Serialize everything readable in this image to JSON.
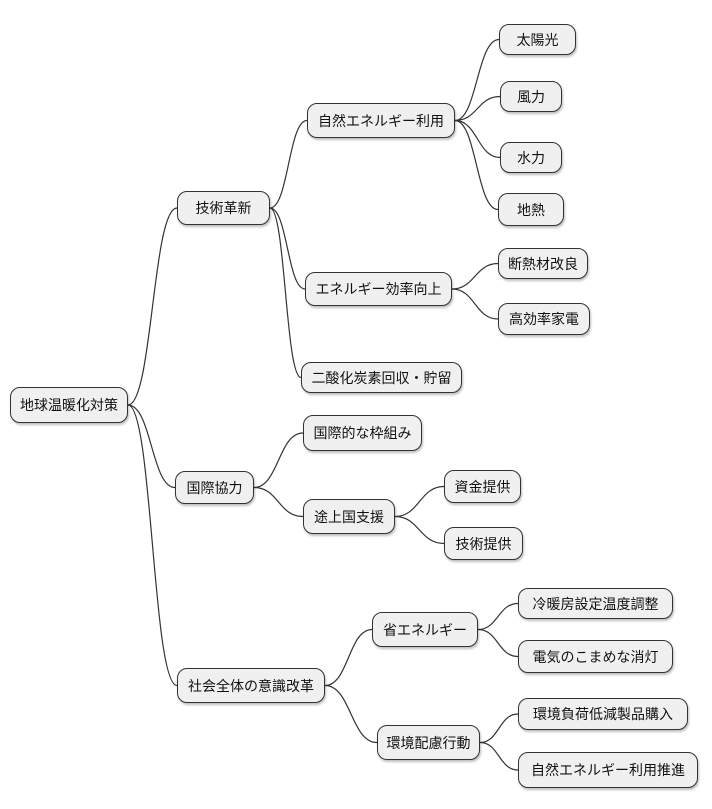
{
  "diagram": {
    "type": "mindmap",
    "colors": {
      "background": "#ffffff",
      "node_fill": "#f0f0f0",
      "node_border": "#333333",
      "edge": "#333333"
    },
    "root": {
      "label": "地球温暖化対策"
    },
    "branches": [
      {
        "label": "技術革新",
        "children": [
          {
            "label": "自然エネルギー利用",
            "children": [
              {
                "label": "太陽光"
              },
              {
                "label": "風力"
              },
              {
                "label": "水力"
              },
              {
                "label": "地熱"
              }
            ]
          },
          {
            "label": "エネルギー効率向上",
            "children": [
              {
                "label": "断熱材改良"
              },
              {
                "label": "高効率家電"
              }
            ]
          },
          {
            "label": "二酸化炭素回収・貯留",
            "children": []
          }
        ]
      },
      {
        "label": "国際協力",
        "children": [
          {
            "label": "国際的な枠組み",
            "children": []
          },
          {
            "label": "途上国支援",
            "children": [
              {
                "label": "資金提供"
              },
              {
                "label": "技術提供"
              }
            ]
          }
        ]
      },
      {
        "label": "社会全体の意識改革",
        "children": [
          {
            "label": "省エネルギー",
            "children": [
              {
                "label": "冷暖房設定温度調整"
              },
              {
                "label": "電気のこまめな消灯"
              }
            ]
          },
          {
            "label": "環境配慮行動",
            "children": [
              {
                "label": "環境負荷低減製品購入"
              },
              {
                "label": "自然エネルギー利用推進"
              }
            ]
          }
        ]
      }
    ]
  }
}
